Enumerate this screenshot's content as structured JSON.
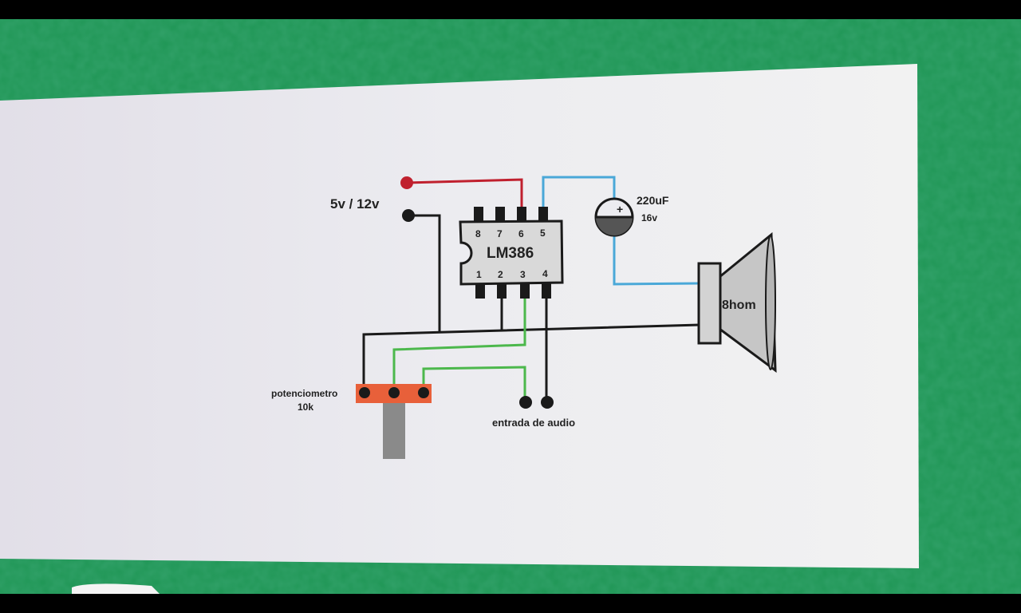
{
  "colors": {
    "felt": "#1f9655",
    "paper": "#ececf0",
    "wire_power": "#c0202e",
    "wire_output": "#4aa8d8",
    "wire_signal": "#4cb84c",
    "wire_ground": "#1a1a1a",
    "chip": "#d9d9d9",
    "pot": "#e8603a"
  },
  "power": {
    "label": "5v / 12v"
  },
  "chip": {
    "name": "LM386",
    "pins_top": [
      "8",
      "7",
      "6",
      "5"
    ],
    "pins_bottom": [
      "1",
      "2",
      "3",
      "4"
    ]
  },
  "capacitor": {
    "value": "220uF",
    "voltage": "16v",
    "plus_sign": "+"
  },
  "speaker": {
    "label": "8hom"
  },
  "potentiometer": {
    "label_line1": "potenciometro",
    "label_line2": "10k"
  },
  "audio_input": {
    "label": "entrada de audio"
  }
}
